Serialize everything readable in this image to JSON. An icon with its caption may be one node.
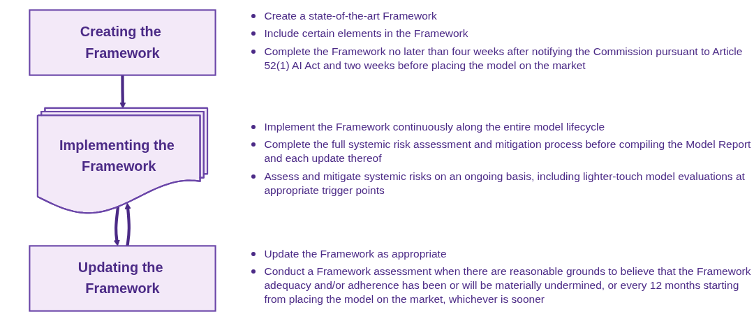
{
  "diagram": {
    "nodes": [
      {
        "text": [
          "Creating the Framework"
        ],
        "beside": [
          "Create a state-of-the-art Framework",
          "Include certain elements in the Framework",
          "Complete the Framework no later than four weeks after notifying the Commission pursuant to Article 52(1) AI Act and two weeks before placing the model on the market"
        ]
      },
      {
        "text": [
          "Implementing the Framework"
        ],
        "beside": [
          "Implement the Framework continuously along the entire model lifecycle",
          "Complete the full systemic risk assessment and mitigation process before compiling the Model Report and each update thereof",
          "Assess and mitigate systemic risks on an ongoing basis, including lighter-touch model evaluations at appropriate trigger points"
        ]
      },
      {
        "text": [
          "Updating the Framework"
        ],
        "beside": [
          "Update the Framework as appropriate",
          "Conduct a Framework assessment when there are reasonable grounds to believe that the Framework adequacy and/or adherence has been or will be materially undermined, or every 12 months starting from placing the model on the market, whichever is sooner"
        ]
      }
    ],
    "edges": [
      {
        "from": 0,
        "to": 1,
        "arrow": "to"
      },
      {
        "from": 1,
        "to": 2,
        "arrow": "to"
      },
      {
        "from": 2,
        "to": 1,
        "arrow": "to"
      }
    ]
  }
}
